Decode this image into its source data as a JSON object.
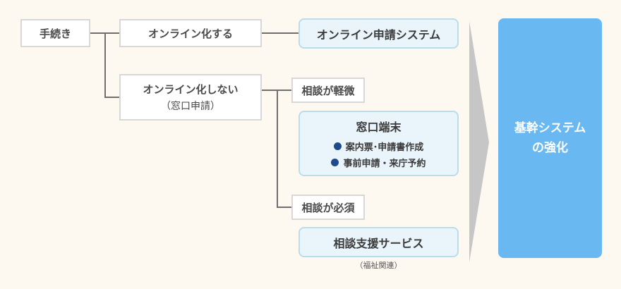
{
  "procedure": "手続き",
  "online": "オンライン化する",
  "online_system": "オンライン申請システム",
  "offline": {
    "label": "オンライン化しない",
    "sub": "（窓口申請）"
  },
  "consult_minor": "相談が軽微",
  "window_terminal": {
    "title": "窓口端末",
    "items": [
      "案内票･申請書作成",
      "事前申請・来庁予約"
    ]
  },
  "consult_required": "相談が必須",
  "consult_service": {
    "title": "相談支援サービス",
    "note": "（福祉関連）"
  },
  "core_system": {
    "line1": "基幹システム",
    "line2": "の強化"
  }
}
